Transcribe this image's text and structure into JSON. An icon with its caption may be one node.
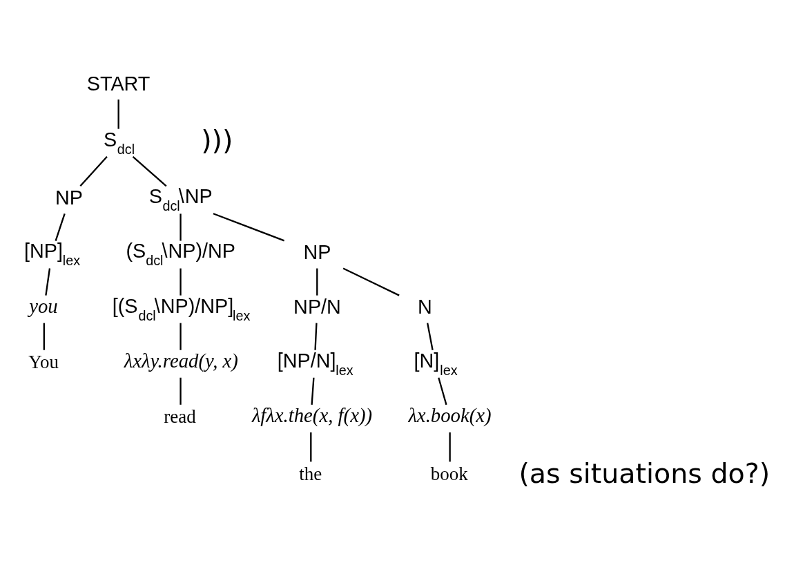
{
  "diagram": {
    "nodes": [
      {
        "text": [
          "START"
        ]
      },
      {
        "text": [
          "S$_{dcl}$"
        ]
      },
      {
        "text": [
          "NP"
        ]
      },
      {
        "text": [
          "[NP]$_{lex}$"
        ]
      },
      {
        "text": [
          "you"
        ]
      },
      {
        "text": [
          "You"
        ]
      },
      {
        "text": [
          "S$_{dcl}$\\NP"
        ]
      },
      {
        "text": [
          "(S$_{dcl}$\\NP)/NP"
        ]
      },
      {
        "text": [
          "[(S$_{dcl}$\\NP)/NP]$_{lex}$"
        ]
      },
      {
        "text": [
          "λxλy.read(y, x)"
        ]
      },
      {
        "text": [
          "read"
        ]
      },
      {
        "text": [
          "NP"
        ]
      },
      {
        "text": [
          "NP/N"
        ]
      },
      {
        "text": [
          "[NP/N]$_{lex}$"
        ]
      },
      {
        "text": [
          "λfλx.the(x, f(x))"
        ]
      },
      {
        "text": [
          "the"
        ]
      },
      {
        "text": [
          "N"
        ]
      },
      {
        "text": [
          "[N]$_{lex}$"
        ]
      },
      {
        "text": [
          "λx.book(x)"
        ]
      },
      {
        "text": [
          "book"
        ]
      }
    ],
    "edges": [
      {
        "from": 0,
        "to": 1,
        "arrow": "none"
      },
      {
        "from": 1,
        "to": 2,
        "arrow": "none"
      },
      {
        "from": 1,
        "to": 6,
        "arrow": "none"
      },
      {
        "from": 2,
        "to": 3,
        "arrow": "none"
      },
      {
        "from": 3,
        "to": 4,
        "arrow": "none"
      },
      {
        "from": 4,
        "to": 5,
        "arrow": "none"
      },
      {
        "from": 6,
        "to": 7,
        "arrow": "none"
      },
      {
        "from": 6,
        "to": 11,
        "arrow": "none"
      },
      {
        "from": 7,
        "to": 8,
        "arrow": "none"
      },
      {
        "from": 8,
        "to": 9,
        "arrow": "none"
      },
      {
        "from": 9,
        "to": 10,
        "arrow": "none"
      },
      {
        "from": 11,
        "to": 12,
        "arrow": "none"
      },
      {
        "from": 11,
        "to": 16,
        "arrow": "none"
      },
      {
        "from": 12,
        "to": 13,
        "arrow": "none"
      },
      {
        "from": 13,
        "to": 14,
        "arrow": "none"
      },
      {
        "from": 14,
        "to": 15,
        "arrow": "none"
      },
      {
        "from": 16,
        "to": 17,
        "arrow": "none"
      },
      {
        "from": 17,
        "to": 18,
        "arrow": "none"
      },
      {
        "from": 18,
        "to": 19,
        "arrow": "none"
      }
    ],
    "labels": [
      ")))",
      "(as situations do?)"
    ]
  }
}
